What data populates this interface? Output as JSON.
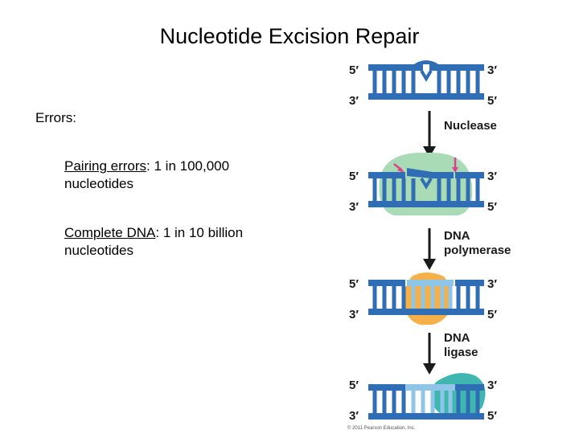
{
  "slide": {
    "title": "Nucleotide Excision Repair",
    "errors_label": "Errors:",
    "bullets": [
      {
        "term": "Pairing errors",
        "rest": ": 1 in 100,000",
        "line2": "nucleotides"
      },
      {
        "term": "Complete DNA",
        "rest": ": 1 in 10 billion",
        "line2": "nucleotides"
      }
    ]
  },
  "figure": {
    "end_5": "5′",
    "end_3": "3′",
    "steps": [
      {
        "label_lines": [
          "Nuclease"
        ]
      },
      {
        "label_lines": [
          "DNA",
          "polymerase"
        ]
      },
      {
        "label_lines": [
          "DNA",
          "ligase"
        ]
      }
    ],
    "copyright": "© 2011 Pearson Education, Inc.",
    "colors": {
      "strand": "#2f6db5",
      "strand_light": "#8fc6e8",
      "nuclease": "#a8dbb6",
      "polymerase": "#f6b04a",
      "ligase": "#3fb7b0",
      "arrow": "#e0408a"
    }
  }
}
